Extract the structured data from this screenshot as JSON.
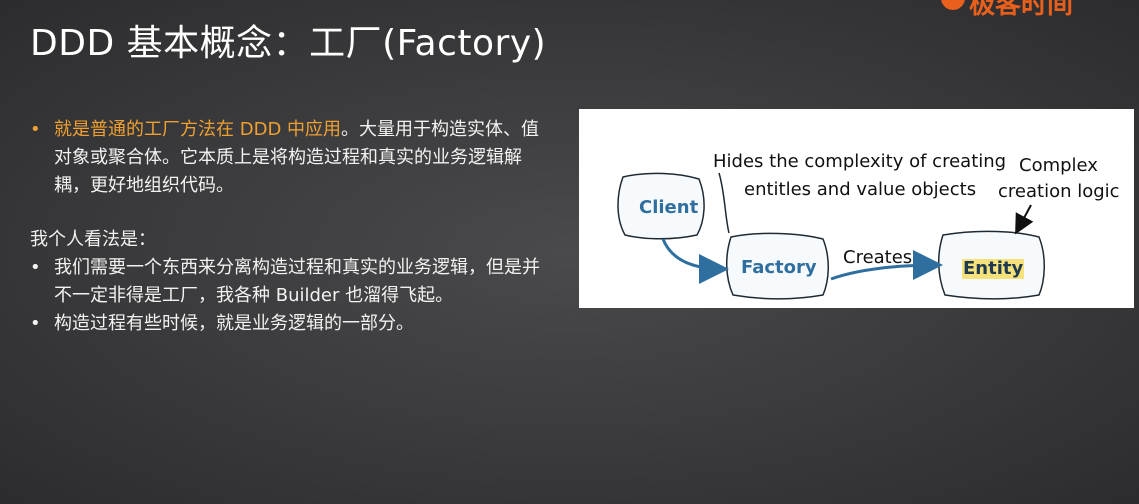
{
  "slide": {
    "title": "DDD 基本概念：工厂(Factory)",
    "logo_text": "极客时间"
  },
  "content": {
    "bullet1_highlight": "就是普通的工厂方法在 DDD 中应用",
    "bullet1_rest": "。大量用于构造实体、值对象或聚合体。它本质上是将构造过程和真实的业务逻辑解耦，更好地组织代码。",
    "opinion_heading": "我个人看法是：",
    "bullet2": "我们需要一个东西来分离构造过程和真实的业务逻辑，但是并不一定非得是工厂，我各种 Builder 也溜得飞起。",
    "bullet3": "构造过程有些时候，就是业务逻辑的一部分。",
    "bullet_glyph": "•"
  },
  "diagram": {
    "caption_left_line1": "Hides the complexity of creating",
    "caption_left_line2": "entitles and value objects",
    "caption_right_line1": "Complex",
    "caption_right_line2": "creation logic",
    "client_label": "Client",
    "factory_label": "Factory",
    "entity_label": "Entity",
    "creates_label": "Creates",
    "colors": {
      "box_fill": "#f7fafc",
      "box_stroke": "#1f2a33",
      "box_text": "#2f6f9f",
      "arrow": "#2f6f9f",
      "highlight": "#f6e27a"
    }
  }
}
